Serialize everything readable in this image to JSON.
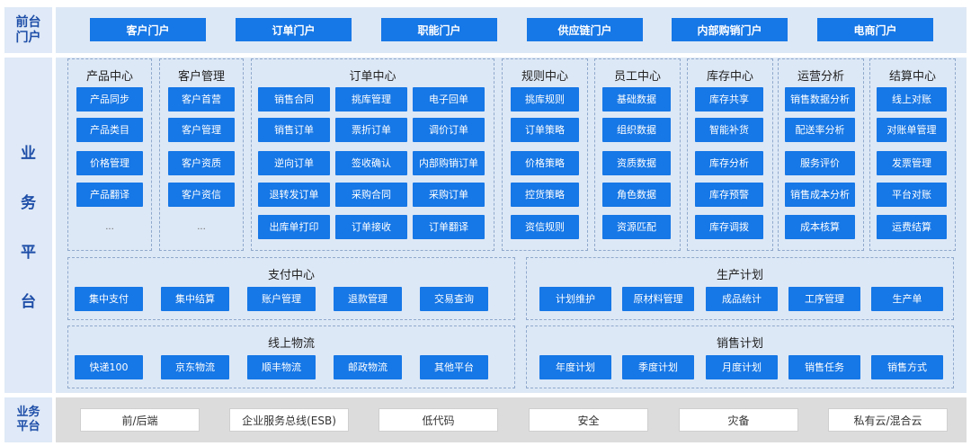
{
  "front": {
    "label": "前台\n门户",
    "portals": [
      "客户门户",
      "订单门户",
      "职能门户",
      "供应链门户",
      "内部购销门户",
      "电商门户"
    ]
  },
  "business": {
    "label": [
      "业",
      "务",
      "平",
      "台"
    ],
    "sections": {
      "product": {
        "title": "产品中心",
        "items": [
          "产品同步",
          "产品类目",
          "价格管理",
          "产品翻译",
          "..."
        ]
      },
      "customer": {
        "title": "客户管理",
        "items": [
          "客户首营",
          "客户管理",
          "客户资质",
          "客户资信",
          "..."
        ]
      },
      "order": {
        "title": "订单中心",
        "items": [
          "销售合同",
          "挑库管理",
          "电子回单",
          "销售订单",
          "票折订单",
          "调价订单",
          "逆向订单",
          "签收确认",
          "内部购销订单",
          "退转发订单",
          "采购合同",
          "采购订单",
          "出库单打印",
          "订单接收",
          "订单翻译"
        ]
      },
      "rules": {
        "title": "规则中心",
        "items": [
          "挑库规则",
          "订单策略",
          "价格策略",
          "控货策略",
          "资信规则"
        ]
      },
      "staff": {
        "title": "员工中心",
        "items": [
          "基础数据",
          "组织数据",
          "资质数据",
          "角色数据",
          "资源匹配"
        ]
      },
      "inventory": {
        "title": "库存中心",
        "items": [
          "库存共享",
          "智能补货",
          "库存分析",
          "库存预警",
          "库存调拨"
        ]
      },
      "ops": {
        "title": "运营分析",
        "items": [
          "销售数据分析",
          "配送率分析",
          "服务评价",
          "销售成本分析",
          "成本核算"
        ]
      },
      "settle": {
        "title": "结算中心",
        "items": [
          "线上对账",
          "对账单管理",
          "发票管理",
          "平台对账",
          "运费结算"
        ]
      },
      "payment": {
        "title": "支付中心",
        "items": [
          "集中支付",
          "集中结算",
          "账户管理",
          "退款管理",
          "交易查询"
        ]
      },
      "production": {
        "title": "生产计划",
        "items": [
          "计划维护",
          "原材料管理",
          "成品统计",
          "工序管理",
          "生产单"
        ]
      },
      "logistics": {
        "title": "线上物流",
        "items": [
          "快递100",
          "京东物流",
          "顺丰物流",
          "邮政物流",
          "其他平台"
        ]
      },
      "sales": {
        "title": "销售计划",
        "items": [
          "年度计划",
          "季度计划",
          "月度计划",
          "销售任务",
          "销售方式"
        ]
      }
    }
  },
  "bottom": {
    "label": "业务\n平台",
    "items": [
      "前/后端",
      "企业服务总线(ESB)",
      "低代码",
      "安全",
      "灾备",
      "私有云/混合云"
    ]
  }
}
